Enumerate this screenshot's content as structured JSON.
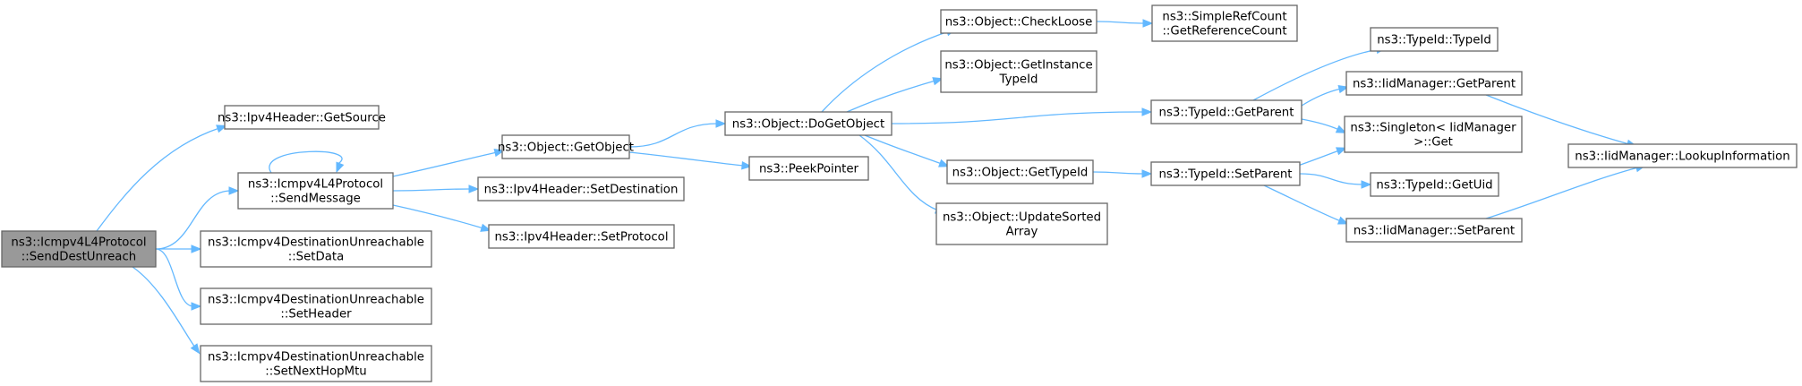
{
  "graph": {
    "nodes": [
      {
        "id": "sdu",
        "lines": [
          "ns3::Icmpv4L4Protocol",
          "::SendDestUnreach"
        ],
        "root": true
      },
      {
        "id": "getsource",
        "lines": [
          "ns3::Ipv4Header::GetSource"
        ]
      },
      {
        "id": "sendmsg",
        "lines": [
          "ns3::Icmpv4L4Protocol",
          "::SendMessage"
        ]
      },
      {
        "id": "setdata",
        "lines": [
          "ns3::Icmpv4DestinationUnreachable",
          "::SetData"
        ]
      },
      {
        "id": "setheader",
        "lines": [
          "ns3::Icmpv4DestinationUnreachable",
          "::SetHeader"
        ]
      },
      {
        "id": "setnexthop",
        "lines": [
          "ns3::Icmpv4DestinationUnreachable",
          "::SetNextHopMtu"
        ]
      },
      {
        "id": "getobject",
        "lines": [
          "ns3::Object::GetObject"
        ]
      },
      {
        "id": "setdest",
        "lines": [
          "ns3::Ipv4Header::SetDestination"
        ]
      },
      {
        "id": "setproto",
        "lines": [
          "ns3::Ipv4Header::SetProtocol"
        ]
      },
      {
        "id": "dogetobject",
        "lines": [
          "ns3::Object::DoGetObject"
        ]
      },
      {
        "id": "peekpointer",
        "lines": [
          "ns3::PeekPointer"
        ]
      },
      {
        "id": "checkloose",
        "lines": [
          "ns3::Object::CheckLoose"
        ]
      },
      {
        "id": "getinstance",
        "lines": [
          "ns3::Object::GetInstance",
          "TypeId"
        ]
      },
      {
        "id": "gettypeid",
        "lines": [
          "ns3::Object::GetTypeId"
        ]
      },
      {
        "id": "updatesorted",
        "lines": [
          "ns3::Object::UpdateSorted",
          "Array"
        ]
      },
      {
        "id": "simplerefcount",
        "lines": [
          "ns3::SimpleRefCount",
          "::GetReferenceCount"
        ]
      },
      {
        "id": "tid_getparent",
        "lines": [
          "ns3::TypeId::GetParent"
        ]
      },
      {
        "id": "tid_setparent",
        "lines": [
          "ns3::TypeId::SetParent"
        ]
      },
      {
        "id": "tid_typeid",
        "lines": [
          "ns3::TypeId::TypeId"
        ]
      },
      {
        "id": "iid_getparent",
        "lines": [
          "ns3::IidManager::GetParent"
        ]
      },
      {
        "id": "singleton",
        "lines": [
          "ns3::Singleton< IidManager",
          " >::Get"
        ]
      },
      {
        "id": "tid_getuid",
        "lines": [
          "ns3::TypeId::GetUid"
        ]
      },
      {
        "id": "iid_setparent",
        "lines": [
          "ns3::IidManager::SetParent"
        ]
      },
      {
        "id": "lookup",
        "lines": [
          "ns3::IidManager::LookupInformation"
        ]
      }
    ],
    "edges": [
      {
        "from": "sdu",
        "to": "getsource"
      },
      {
        "from": "sdu",
        "to": "sendmsg"
      },
      {
        "from": "sdu",
        "to": "setdata"
      },
      {
        "from": "sdu",
        "to": "setheader"
      },
      {
        "from": "sdu",
        "to": "setnexthop"
      },
      {
        "from": "sendmsg",
        "to": "sendmsg"
      },
      {
        "from": "sendmsg",
        "to": "getobject"
      },
      {
        "from": "sendmsg",
        "to": "setdest"
      },
      {
        "from": "sendmsg",
        "to": "setproto"
      },
      {
        "from": "getobject",
        "to": "dogetobject"
      },
      {
        "from": "getobject",
        "to": "peekpointer"
      },
      {
        "from": "dogetobject",
        "to": "checkloose"
      },
      {
        "from": "dogetobject",
        "to": "getinstance"
      },
      {
        "from": "dogetobject",
        "to": "tid_getparent"
      },
      {
        "from": "dogetobject",
        "to": "gettypeid"
      },
      {
        "from": "dogetobject",
        "to": "updatesorted"
      },
      {
        "from": "checkloose",
        "to": "simplerefcount"
      },
      {
        "from": "gettypeid",
        "to": "tid_setparent"
      },
      {
        "from": "tid_getparent",
        "to": "tid_typeid"
      },
      {
        "from": "tid_getparent",
        "to": "iid_getparent"
      },
      {
        "from": "tid_getparent",
        "to": "singleton"
      },
      {
        "from": "tid_setparent",
        "to": "singleton"
      },
      {
        "from": "tid_setparent",
        "to": "tid_getuid"
      },
      {
        "from": "tid_setparent",
        "to": "iid_setparent"
      },
      {
        "from": "iid_getparent",
        "to": "lookup"
      },
      {
        "from": "iid_setparent",
        "to": "lookup"
      }
    ],
    "colors": {
      "edge": "#63b8ff",
      "root_fill": "#999999",
      "node_border": "#666666"
    }
  }
}
